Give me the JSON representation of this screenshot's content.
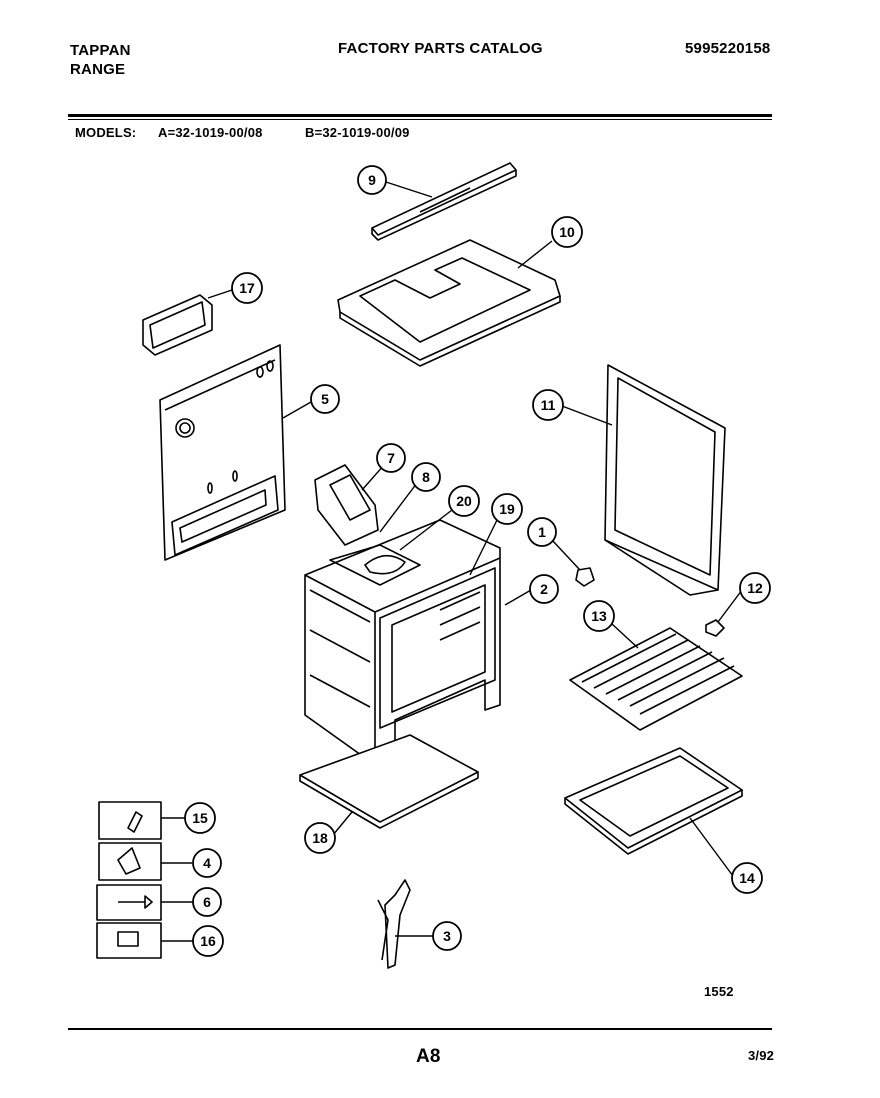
{
  "header": {
    "brand": "TAPPAN",
    "product": "RANGE",
    "title": "FACTORY PARTS CATALOG",
    "catalog_number": "5995220158"
  },
  "models": {
    "label": "MODELS:",
    "model_a": "A=32-1019-00/08",
    "model_b": "B=32-1019-00/09"
  },
  "callouts": [
    "1",
    "2",
    "3",
    "4",
    "5",
    "6",
    "7",
    "8",
    "9",
    "10",
    "11",
    "12",
    "13",
    "14",
    "15",
    "16",
    "17",
    "18",
    "19",
    "20"
  ],
  "figure_number": "1552",
  "footer": {
    "page": "A8",
    "date": "3/92"
  }
}
